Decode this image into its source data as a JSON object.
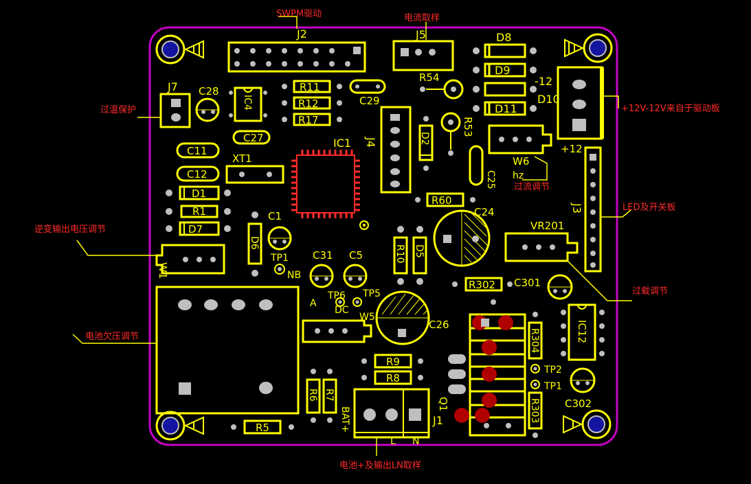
{
  "colors": {
    "background": "#000000",
    "board_outline": "#c400c4",
    "silkscreen": "#ffff00",
    "annotation": "#ff2a2a",
    "pad": "#bfbfbf",
    "hole_fill": "#1414a0",
    "copper": "#b00000"
  },
  "connectors": {
    "j2": "J2",
    "j5": "J5",
    "j7": "J7",
    "j4": "J4",
    "j3": "J3",
    "j1": "J1"
  },
  "components": {
    "ic1": "IC1",
    "ic4": "IC4",
    "ic12": "IC12",
    "xt1": "XT1",
    "r11": "R11",
    "r12": "R12",
    "r17": "R17",
    "r1": "R1",
    "r5": "R5",
    "r6": "R6",
    "r7": "R7",
    "r8": "R8",
    "r9": "R9",
    "r10": "R10",
    "r53": "R53",
    "r54": "R54",
    "r60": "R60",
    "r302": "R302",
    "r303": "R303",
    "r304": "R304",
    "c1": "C1",
    "c5": "C5",
    "c11": "C11",
    "c12": "C12",
    "c24": "C24",
    "c25": "C25",
    "c26": "C26",
    "c27": "C27",
    "c28": "C28",
    "c29": "C29",
    "c31": "C31",
    "c301": "C301",
    "c302": "C302",
    "d1": "D1",
    "d2": "D2",
    "d5": "D5",
    "d6": "D6",
    "d7": "D7",
    "d8": "D8",
    "d9": "D9",
    "d10": "D10",
    "d11": "D11",
    "w1": "W1",
    "w5": "W5",
    "w6": "W6",
    "vr201": "VR201",
    "q1": "Q1",
    "tp1a": "TP1",
    "tp1b": "TP1",
    "tp2": "TP2",
    "tp5": "TP5",
    "tp6": "TP6"
  },
  "board_text": {
    "minus12": "-12",
    "plus12": "+12",
    "hz": "hz",
    "nb": "NB",
    "a": "A",
    "dc": "DC",
    "bat_plus": "BAT+",
    "l": "L",
    "n": "N"
  },
  "annotations": {
    "spwm_drive": "SWPM驱动",
    "current_sample": "电流取样",
    "overtemp_protect": "过温保护",
    "power_from_drive": "+12V-12V来自于驱动板",
    "overcurrent_adjust": "过流调节",
    "led_switch_board": "LED及开关板",
    "inverter_voltage_adjust": "逆变输出电压调节",
    "overload_adjust": "过载调节",
    "battery_undervoltage_adjust": "电池欠压调节",
    "battery_output_sample": "电池+及输出LN取样"
  }
}
